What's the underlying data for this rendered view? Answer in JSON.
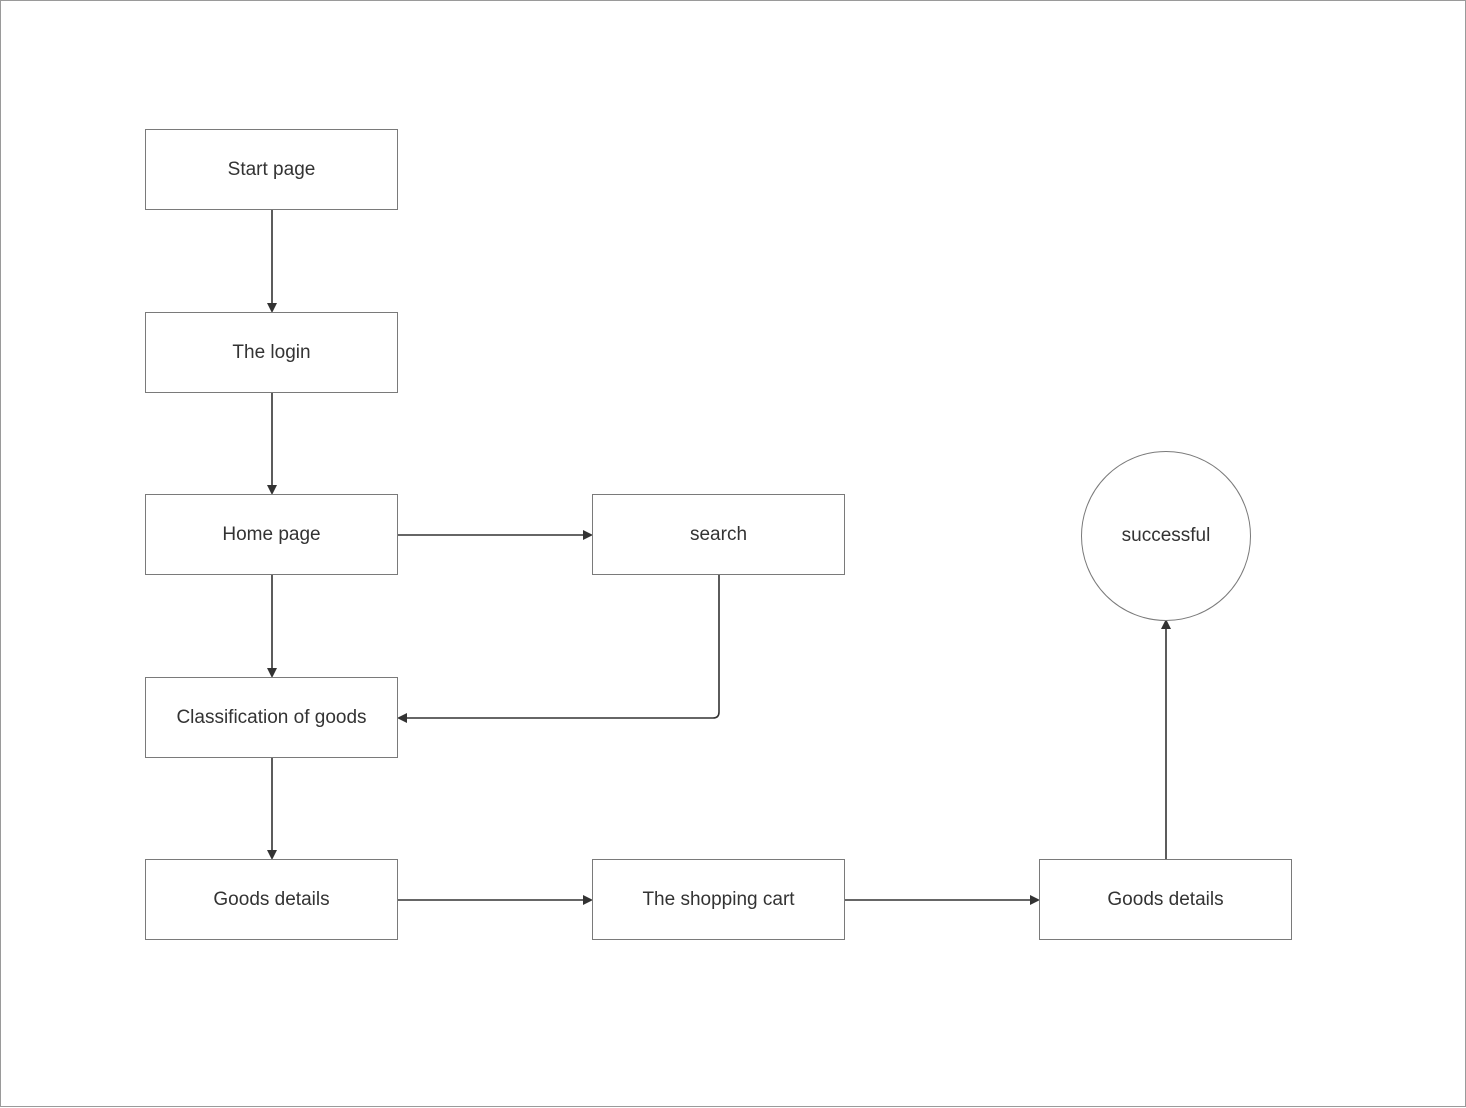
{
  "diagram": {
    "nodes": {
      "start_page": "Start page",
      "login": "The login",
      "home_page": "Home page",
      "search": "search",
      "classification": "Classification of goods",
      "goods_details_1": "Goods details",
      "shopping_cart": "The shopping cart",
      "goods_details_2": "Goods details",
      "successful": "successful"
    },
    "edges": [
      [
        "start_page",
        "login"
      ],
      [
        "login",
        "home_page"
      ],
      [
        "home_page",
        "search"
      ],
      [
        "home_page",
        "classification"
      ],
      [
        "search",
        "classification"
      ],
      [
        "classification",
        "goods_details_1"
      ],
      [
        "goods_details_1",
        "shopping_cart"
      ],
      [
        "shopping_cart",
        "goods_details_2"
      ],
      [
        "goods_details_2",
        "successful"
      ]
    ],
    "colors": {
      "line": "#333333",
      "border": "#7a7a7a",
      "text": "#333333"
    }
  }
}
